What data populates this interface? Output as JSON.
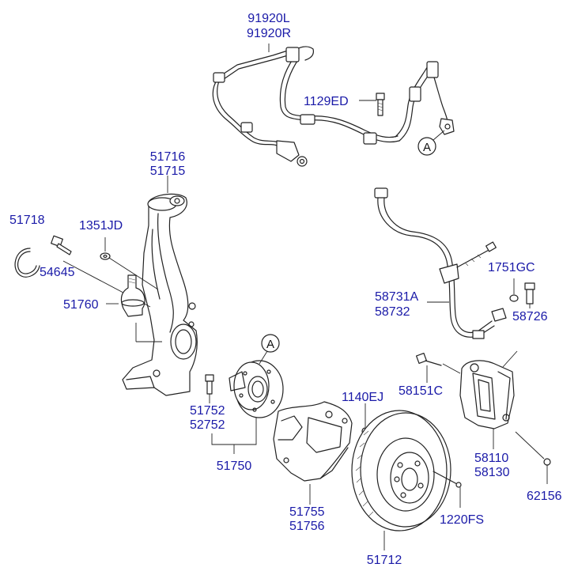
{
  "callout_a": "A",
  "labels": {
    "wire_l": "91920L",
    "wire_r": "91920R",
    "bolt_1129": "1129ED",
    "knuckle_1": "51716",
    "knuckle_2": "51715",
    "snap_ring": "51718",
    "washer": "1351JD",
    "bolt_54645": "54645",
    "ball_joint": "51760",
    "hose_1": "58731A",
    "hose_2": "58732",
    "bolt_1751": "1751GC",
    "bolt_58726": "58726",
    "bolt_58151": "58151C",
    "screw_1140": "1140EJ",
    "bolt_51752": "51752",
    "bolt_52752": "52752",
    "hub": "51750",
    "caliper_1": "58110",
    "caliper_2": "58130",
    "screw_62156": "62156",
    "shield_1": "51755",
    "shield_2": "51756",
    "screw_1220": "1220FS",
    "disc": "51712"
  }
}
